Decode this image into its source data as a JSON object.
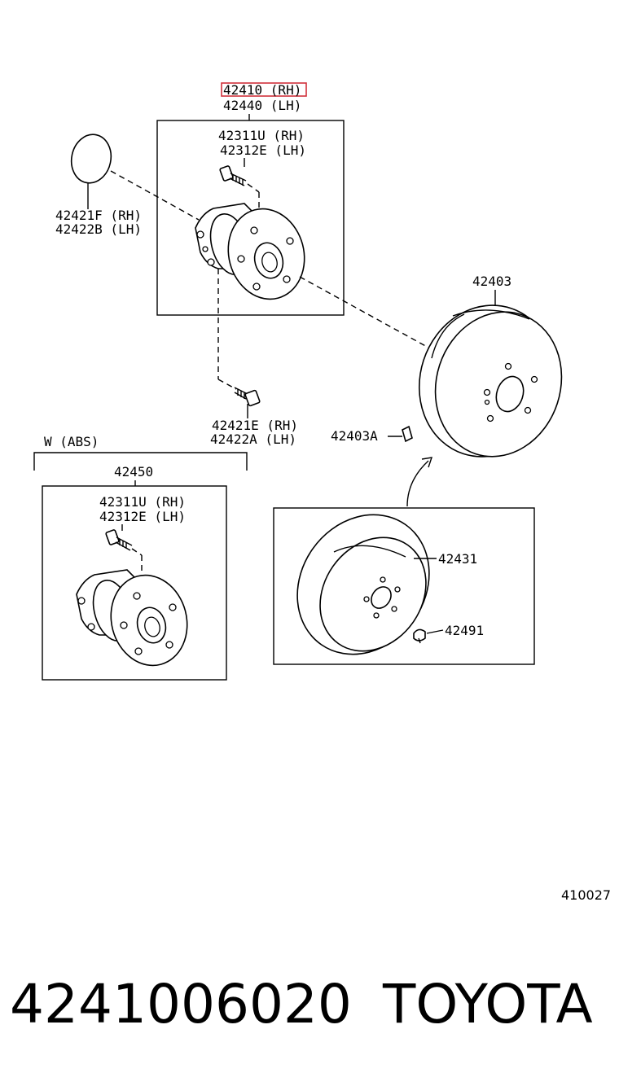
{
  "labels": {
    "hub_rh": "42410 (RH)",
    "hub_lh": "42440 (LH)",
    "bolt_rh": "42311U (RH)",
    "bolt_lh": "42312E (LH)",
    "oring_rh": "42421F (RH)",
    "oring_lh": "42422B (LH)",
    "mount_bolt_rh": "42421E (RH)",
    "mount_bolt_lh": "42422A (LH)",
    "drum": "42403",
    "drum_clip": "42403A",
    "abs_variant": "W (ABS)",
    "abs_hub": "42450",
    "abs_bolt_rh": "42311U (RH)",
    "abs_bolt_lh": "42312E (LH)",
    "disc": "42431",
    "disc_screw": "42491",
    "diagram_ref": "410027"
  },
  "footer": {
    "part_number": "4241006020",
    "brand": "TOYOTA"
  },
  "highlight_color": "#d0313b"
}
